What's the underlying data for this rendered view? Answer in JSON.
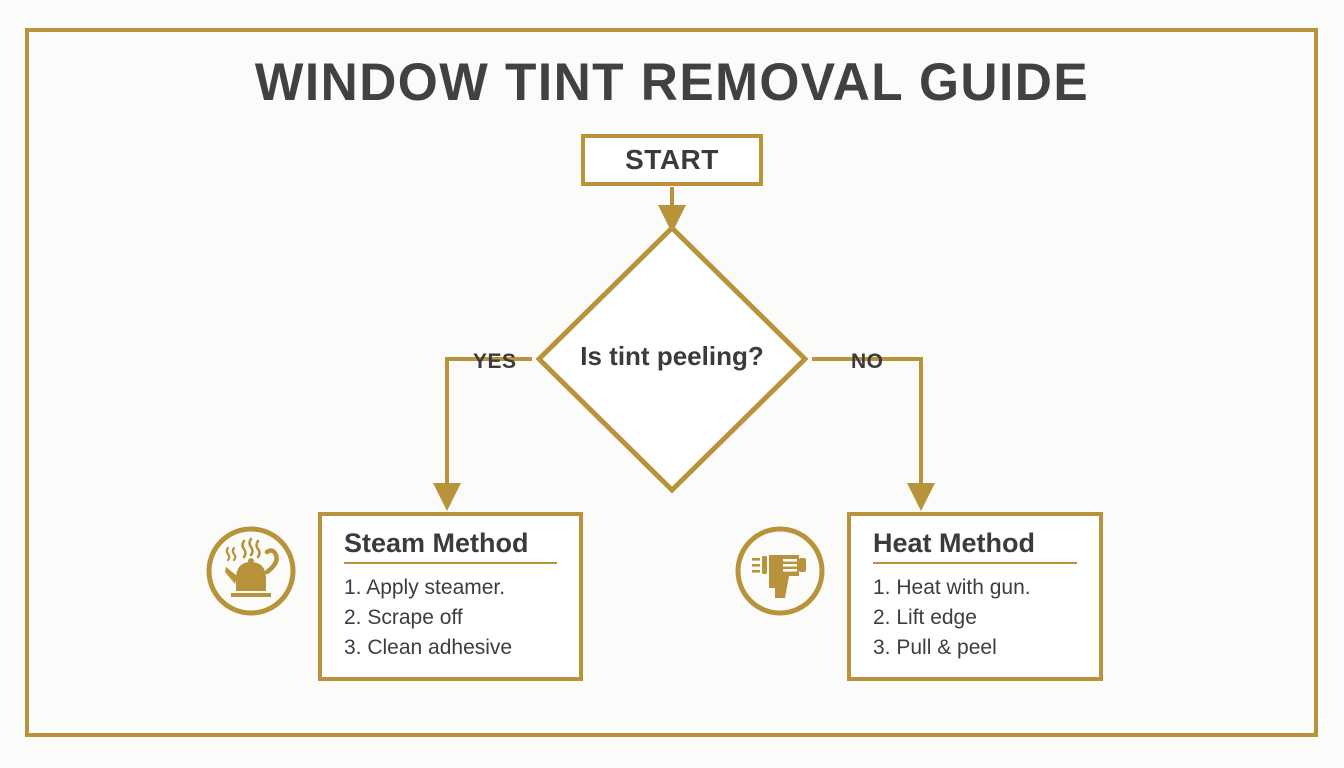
{
  "page": {
    "title": "WINDOW TINT REMOVAL GUIDE",
    "background_color": "#fbfbfa",
    "accent_color": "#b8933c",
    "text_color": "#3b3b3b"
  },
  "flowchart": {
    "start": {
      "label": "START"
    },
    "decision": {
      "label": "Is tint peeling?",
      "branches": [
        {
          "label": "YES",
          "target": "Steam Method"
        },
        {
          "label": "NO",
          "target": "Heat Method"
        }
      ]
    },
    "methods": [
      {
        "id": "steam",
        "title": "Steam Method",
        "icon": "kettle-steam-icon",
        "steps": [
          "1. Apply steamer.",
          "2. Scrape off",
          "3. Clean adhesive"
        ]
      },
      {
        "id": "heat",
        "title": "Heat Method",
        "icon": "heat-gun-icon",
        "steps": [
          "1. Heat with gun.",
          "2. Lift edge",
          "3. Pull & peel"
        ]
      }
    ]
  }
}
